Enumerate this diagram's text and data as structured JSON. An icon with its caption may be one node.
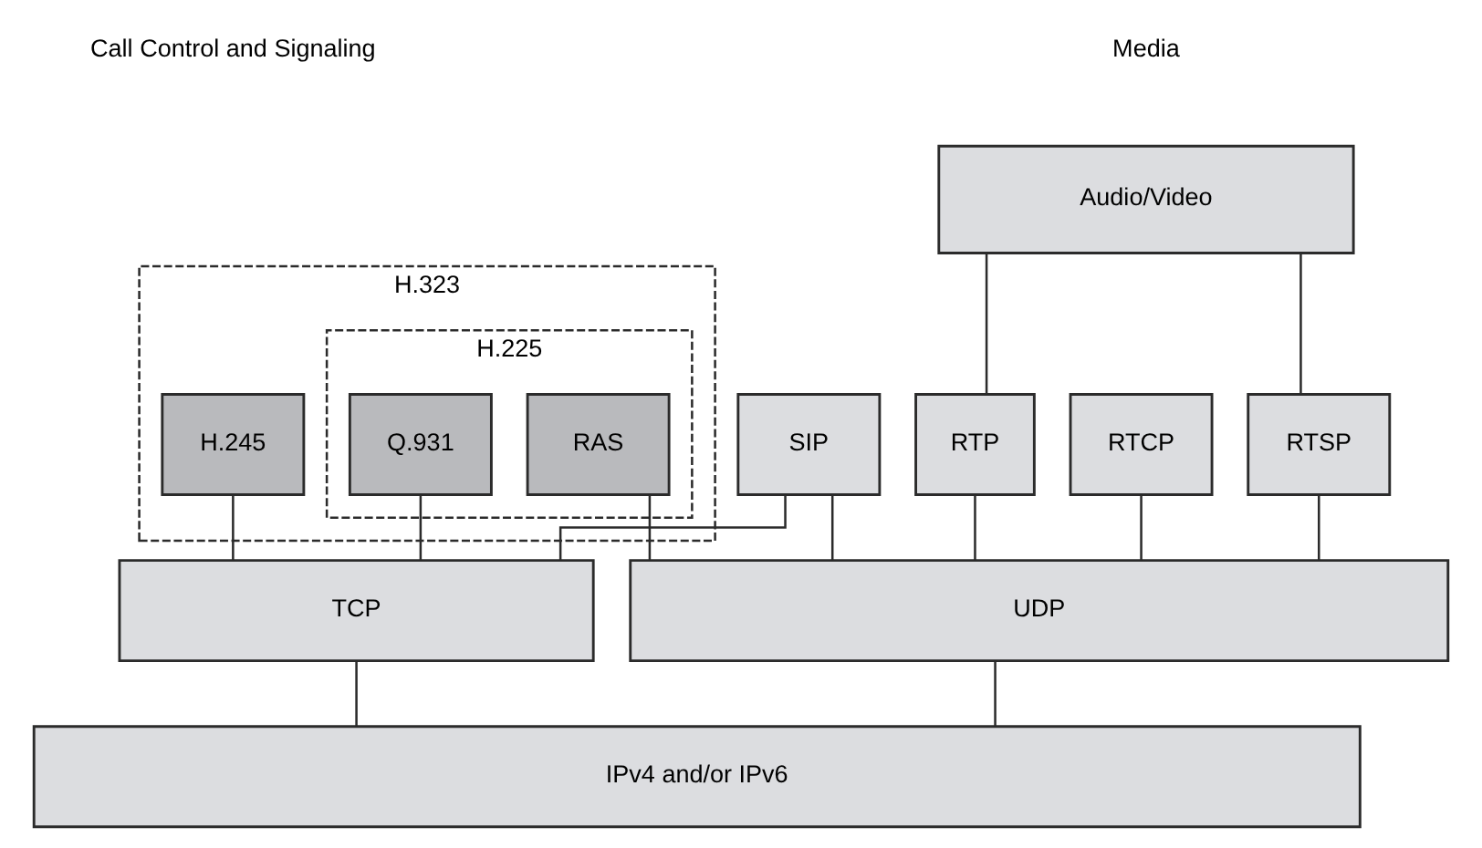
{
  "diagram": {
    "nodes": [
      {
        "text": [
          "Audio/Video"
        ]
      },
      {
        "text": [
          "H.323"
        ]
      },
      {
        "text": [
          "H.225"
        ],
        "in": 1
      },
      {
        "text": [
          "H.245"
        ],
        "in": 1
      },
      {
        "text": [
          "Q.931"
        ],
        "in": 2
      },
      {
        "text": [
          "RAS"
        ],
        "in": 2
      },
      {
        "text": [
          "SIP"
        ]
      },
      {
        "text": [
          "RTP"
        ]
      },
      {
        "text": [
          "RTCP"
        ]
      },
      {
        "text": [
          "RTSP"
        ]
      },
      {
        "text": [
          "TCP"
        ]
      },
      {
        "text": [
          "UDP"
        ]
      },
      {
        "text": [
          "IPv4 and/or IPv6"
        ]
      }
    ],
    "edges": [
      {
        "from": 0,
        "to": 7,
        "arrow": "none"
      },
      {
        "from": 0,
        "to": 9,
        "arrow": "none"
      },
      {
        "from": 3,
        "to": 10,
        "arrow": "none"
      },
      {
        "from": 4,
        "to": 10,
        "arrow": "none"
      },
      {
        "from": 5,
        "to": 11,
        "arrow": "none"
      },
      {
        "from": 6,
        "to": 10,
        "arrow": "none"
      },
      {
        "from": 6,
        "to": 11,
        "arrow": "none"
      },
      {
        "from": 7,
        "to": 11,
        "arrow": "none"
      },
      {
        "from": 8,
        "to": 11,
        "arrow": "none"
      },
      {
        "from": 9,
        "to": 11,
        "arrow": "none"
      },
      {
        "from": 10,
        "to": 12,
        "arrow": "none"
      },
      {
        "from": 11,
        "to": 12,
        "arrow": "none"
      }
    ],
    "labels": [
      "Call Control and Signaling",
      "Media"
    ]
  }
}
